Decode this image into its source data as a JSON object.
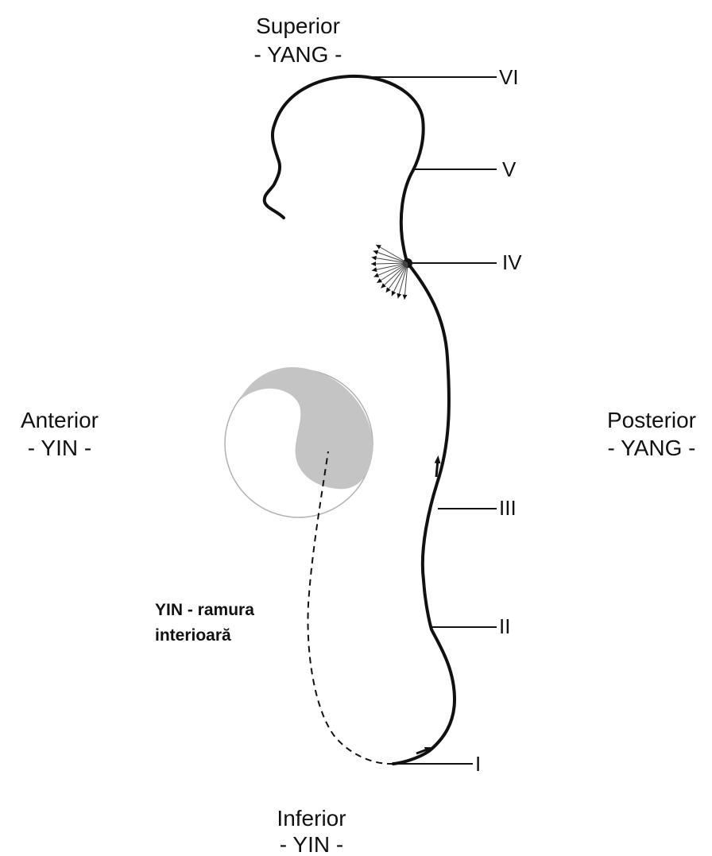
{
  "labels": {
    "superior": {
      "title": "Superior",
      "sub": "- YANG -"
    },
    "inferior": {
      "title": "Inferior",
      "sub": "- YIN -"
    },
    "anterior": {
      "title": "Anterior",
      "sub": "- YIN -"
    },
    "posterior": {
      "title": "Posterior",
      "sub": "- YANG -"
    }
  },
  "levels": [
    "I",
    "II",
    "III",
    "IV",
    "V",
    "VI"
  ],
  "branch_label": [
    "YIN - ramura",
    "interioară"
  ],
  "colors": {
    "line": "#111111",
    "yin_fill": "#c4c4c4",
    "circle_outline": "#b0b0b0",
    "background": "#ffffff"
  }
}
